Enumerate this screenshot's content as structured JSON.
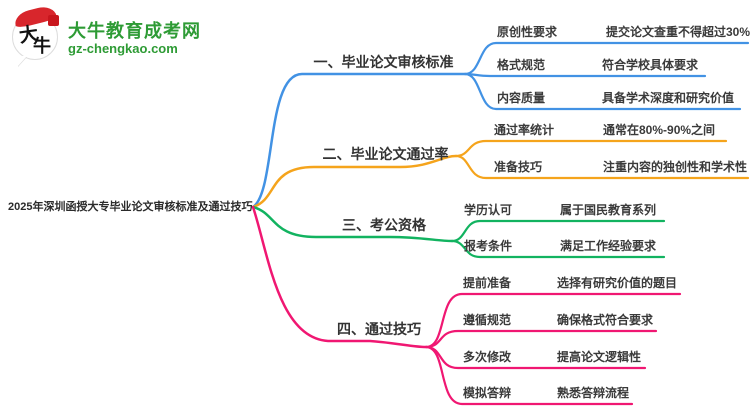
{
  "logo": {
    "mark_char_1": "大",
    "mark_char_2": "牛",
    "site_name": "大牛教育成考网",
    "site_url": "gz-chengkao.com",
    "brand_green": "#2e9b35",
    "seal_red": "#c8161d"
  },
  "root": {
    "title": "2025年深圳函授大专毕业论文审核标准及通过技巧"
  },
  "branches": [
    {
      "label": "一、毕业论文审核标准",
      "color": "#4292e4",
      "items": [
        {
          "key": "原创性要求",
          "value": "提交论文查重不得超过30%"
        },
        {
          "key": "格式规范",
          "value": "符合学校具体要求"
        },
        {
          "key": "内容质量",
          "value": "具备学术深度和研究价值"
        }
      ]
    },
    {
      "label": "二、毕业论文通过率",
      "color": "#f5a41c",
      "items": [
        {
          "key": "通过率统计",
          "value": "通常在80%-90%之间"
        },
        {
          "key": "准备技巧",
          "value": "注重内容的独创性和学术性"
        }
      ]
    },
    {
      "label": "三、考公资格",
      "color": "#12b360",
      "items": [
        {
          "key": "学历认可",
          "value": "属于国民教育系列"
        },
        {
          "key": "报考条件",
          "value": "满足工作经验要求"
        }
      ]
    },
    {
      "label": "四、通过技巧",
      "color": "#f01772",
      "items": [
        {
          "key": "提前准备",
          "value": "选择有研究价值的题目"
        },
        {
          "key": "遵循规范",
          "value": "确保格式符合要求"
        },
        {
          "key": "多次修改",
          "value": "提高论文逻辑性"
        },
        {
          "key": "模拟答辩",
          "value": "熟悉答辩流程"
        }
      ]
    }
  ]
}
